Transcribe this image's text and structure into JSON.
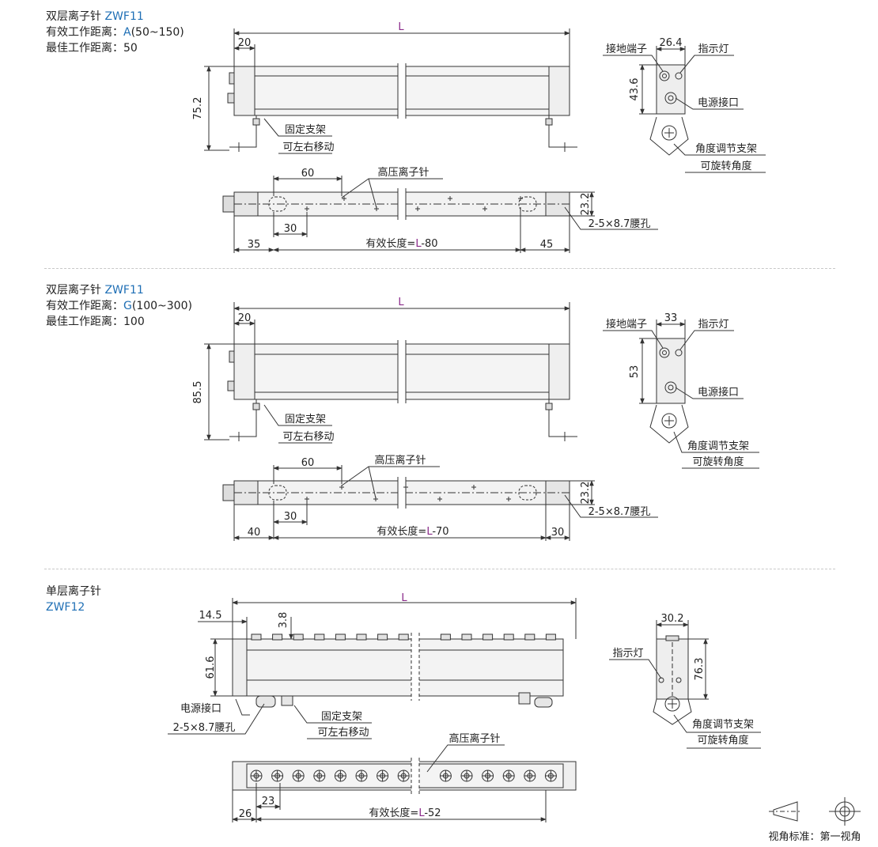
{
  "sections": [
    {
      "title_prefix": "双层离子针",
      "model": "ZWF11",
      "work_label": "有效工作距离：",
      "work_code": "A",
      "work_range": "(50~150)",
      "best_label": "最佳工作距离：",
      "best_value": "50",
      "dims": {
        "L": "L",
        "d20": "20",
        "h": "75.2",
        "p60": "60",
        "p30": "30",
        "w23": "23.2",
        "left": "35",
        "right": "45",
        "eff_prefix": "有效长度=",
        "eff_L": "L",
        "eff_suffix": "-80",
        "side_w": "26.4",
        "side_h": "43.6"
      }
    },
    {
      "title_prefix": "双层离子针",
      "model": "ZWF11",
      "work_label": "有效工作距离：",
      "work_code": "G",
      "work_range": "(100~300)",
      "best_label": "最佳工作距离：",
      "best_value": "100",
      "dims": {
        "L": "L",
        "d20": "20",
        "h": "85.5",
        "p60": "60",
        "p30": "30",
        "w23": "23.2",
        "left": "40",
        "right": "30",
        "eff_prefix": "有效长度=",
        "eff_L": "L",
        "eff_suffix": "-70",
        "side_w": "33",
        "side_h": "53"
      }
    },
    {
      "title_prefix": "单层离子针",
      "model": "ZWF12",
      "dims": {
        "L": "L",
        "d145": "14.5",
        "d38": "3.8",
        "h": "61.6",
        "p23": "23",
        "left": "26",
        "eff_prefix": "有效长度=",
        "eff_L": "L",
        "eff_suffix": "-52",
        "side_w": "30.2",
        "side_h": "76.3"
      }
    }
  ],
  "callouts": {
    "bracket": "固定支架",
    "bracket_move": "可左右移动",
    "needle": "高压离子针",
    "slot": "2-5×8.7腰孔",
    "ground": "接地端子",
    "indicator": "指示灯",
    "power": "电源接口",
    "angle_bracket": "角度调节支架",
    "angle_rotate": "可旋转角度"
  },
  "legend": {
    "label": "视角标准：第一视角"
  },
  "colors": {
    "line": "#333333",
    "body_fill": "#ececec",
    "dim_letter": "#8a2a8a",
    "model": "#1f6fb5"
  }
}
